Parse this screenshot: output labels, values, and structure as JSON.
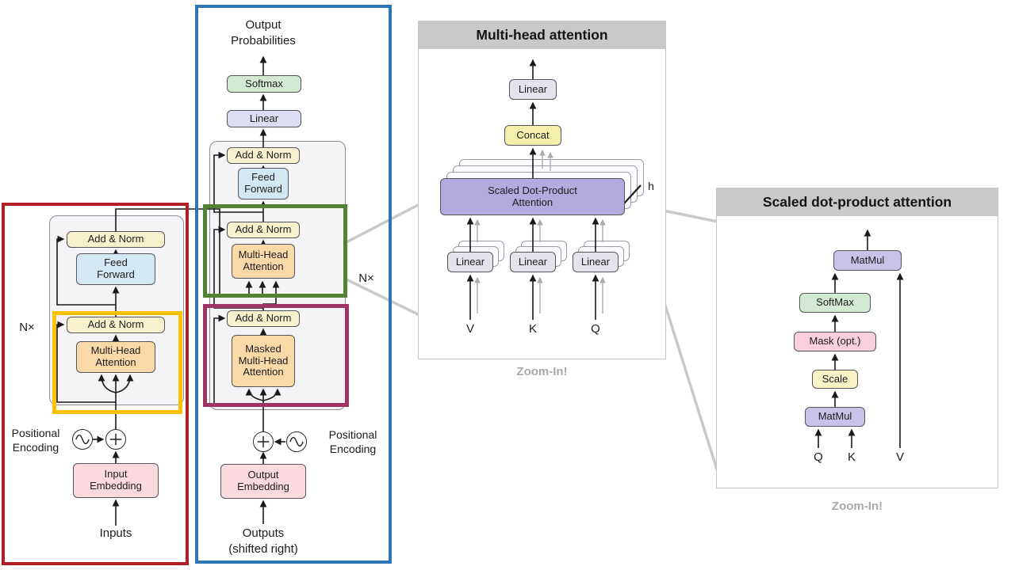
{
  "colors": {
    "addnorm": "#f7f2cd",
    "feedforward": "#d3e8f5",
    "attention": "#fbd8a8",
    "embedding": "#fadadf",
    "softmax": "#d2e9d2",
    "linear": "#dcdcf2",
    "concat": "#f5efae",
    "sdpa": "#b3abde",
    "mask": "#f9cfdd",
    "scale": "#f9f3c5",
    "matmul": "#c9c3ea",
    "linear_gray": "#e3e3eb",
    "panel_title_bg": "#c9c9c9",
    "frame_red": "#b11f24",
    "frame_blue": "#2e75b6",
    "frame_green": "#548235",
    "frame_purple": "#9e3563",
    "frame_orange": "#ffc000",
    "connector": "#c9c9c9",
    "zoom_text": "#a8a8a8"
  },
  "encoder": {
    "nx": "N×",
    "add_norm_top": "Add & Norm",
    "feed_forward": "Feed\nForward",
    "add_norm_bottom": "Add & Norm",
    "attention": "Multi-Head\nAttention",
    "positional_encoding": "Positional\nEncoding",
    "embedding": "Input\nEmbedding",
    "input_label": "Inputs"
  },
  "decoder": {
    "output_probabilities": "Output\nProbabilities",
    "softmax": "Softmax",
    "linear": "Linear",
    "add_norm_top": "Add & Norm",
    "feed_forward": "Feed\nForward",
    "add_norm_mid": "Add & Norm",
    "attention": "Multi-Head\nAttention",
    "add_norm_bottom": "Add & Norm",
    "masked_attention": "Masked\nMulti-Head\nAttention",
    "nx": "N×",
    "positional_encoding": "Positional\nEncoding",
    "embedding": "Output\nEmbedding",
    "output_label": "Outputs\n(shifted right)"
  },
  "mha_panel": {
    "title": "Multi-head attention",
    "linear_out": "Linear",
    "concat": "Concat",
    "sdpa": "Scaled Dot-Product\nAttention",
    "h": "h",
    "linear_v": "Linear",
    "linear_k": "Linear",
    "linear_q": "Linear",
    "v": "V",
    "k": "K",
    "q": "Q",
    "zoom": "Zoom-In!"
  },
  "sdpa_panel": {
    "title": "Scaled dot-product attention",
    "matmul_top": "MatMul",
    "softmax": "SoftMax",
    "mask": "Mask (opt.)",
    "scale": "Scale",
    "matmul_bottom": "MatMul",
    "q": "Q",
    "k": "K",
    "v": "V",
    "zoom": "Zoom-In!"
  }
}
